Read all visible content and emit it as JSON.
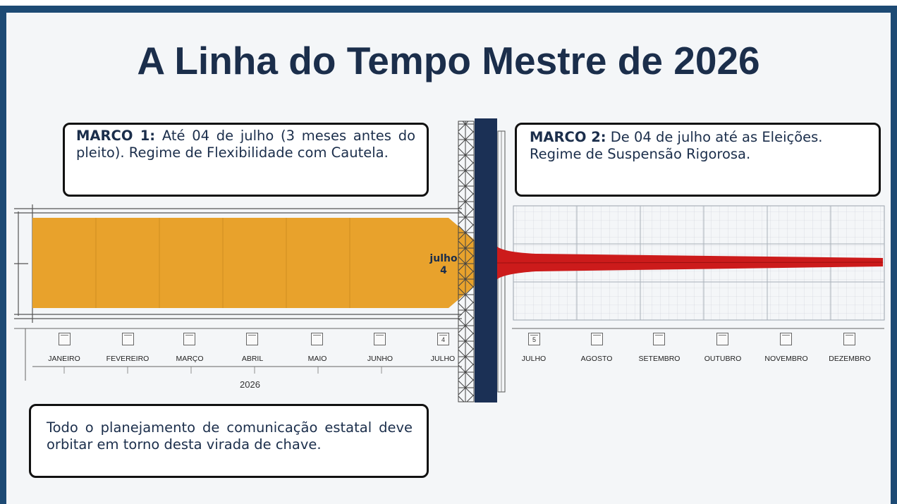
{
  "title": "A Linha do Tempo Mestre de 2026",
  "marco1": {
    "label": "MARCO 1:",
    "text": " Até 04 de julho (3 meses antes do pleito). Regime de Flexibilidade com Cautela."
  },
  "marco2": {
    "label": "MARCO 2:",
    "text": " De 04 de julho até as Eleições. Regime de Suspensão Rigorosa."
  },
  "note": "Todo o planejamento de comunicação estatal deve orbitar em torno desta virada de chave.",
  "marker": {
    "month": "julho",
    "day": "4"
  },
  "timeline": {
    "year": "2026",
    "months_before": [
      "JANEIRO",
      "FEVEREIRO",
      "MARÇO",
      "ABRIL",
      "MAIO",
      "JUNHO",
      "JULHO"
    ],
    "months_after": [
      "JULHO",
      "AGOSTO",
      "SETEMBRO",
      "OUTUBRO",
      "NOVEMBRO",
      "DEZEMBRO"
    ],
    "cal_before_last": "4",
    "cal_after_first": "5"
  },
  "colors": {
    "frame": "#1d4a74",
    "title": "#1b2e4b",
    "orange_band": "#e8a22c",
    "red_taper": "#cc1b1b",
    "wall": "#1b3055"
  }
}
